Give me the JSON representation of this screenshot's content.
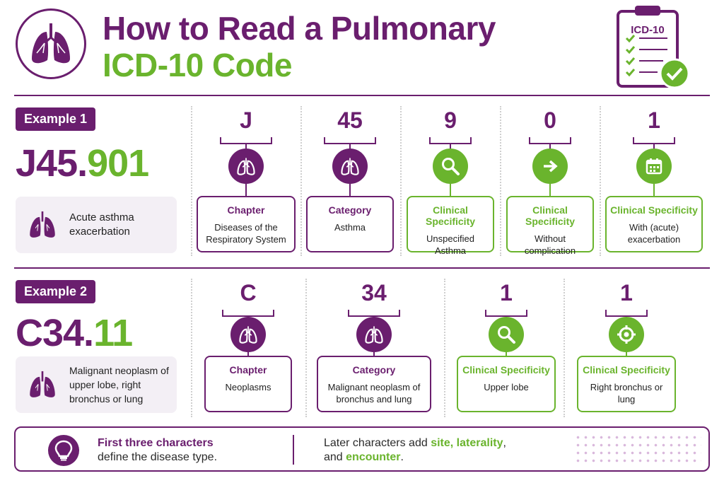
{
  "header": {
    "title_line1": "How to Read a Pulmonary",
    "title_line2": "ICD-10 Code",
    "clipboard_label": "ICD-10"
  },
  "colors": {
    "purple": "#6a1e6e",
    "green": "#6ab42d"
  },
  "example1": {
    "badge": "Example 1",
    "code_prefix": "J45.",
    "code_suffix": "901",
    "description": "Acute asthma exacerbation",
    "segments": [
      {
        "char": "J",
        "title": "Chapter",
        "body": "Diseases of the Respiratory System",
        "icon": "lungs-icon",
        "tone": "purple"
      },
      {
        "char": "45",
        "title": "Category",
        "body": "Asthma",
        "icon": "lungs-icon",
        "tone": "purple"
      },
      {
        "char": "9",
        "title": "Clinical Specificity",
        "body": "Unspecified Asthma",
        "icon": "search-icon",
        "tone": "green"
      },
      {
        "char": "0",
        "title": "Clinical Specificity",
        "body": "Without complication",
        "icon": "arrow-right-icon",
        "tone": "green"
      },
      {
        "char": "1",
        "title": "Clinical Specificity",
        "body": "With (acute) exacerbation",
        "icon": "calendar-icon",
        "tone": "green"
      }
    ]
  },
  "example2": {
    "badge": "Example 2",
    "code_prefix": "C34.",
    "code_suffix": "11",
    "description": "Malignant neoplasm of upper lobe, right bronchus or lung",
    "segments": [
      {
        "char": "C",
        "title": "Chapter",
        "body": "Neoplasms",
        "icon": "lungs-icon",
        "tone": "purple"
      },
      {
        "char": "34",
        "title": "Category",
        "body": "Malignant neoplasm of bronchus and lung",
        "icon": "lungs-icon",
        "tone": "purple"
      },
      {
        "char": "1",
        "title": "Clinical Specificity",
        "body": "Upper lobe",
        "icon": "search-icon",
        "tone": "green"
      },
      {
        "char": "1",
        "title": "Clinical Specificity",
        "body": "Right bronchus or lung",
        "icon": "target-icon",
        "tone": "green"
      }
    ]
  },
  "footer": {
    "left_bold": "First three characters",
    "left_rest": "define the disease type.",
    "right_start": "Later characters add ",
    "right_site": "site,",
    "right_laterality": "laterality",
    "right_comma": ",",
    "right_and": "and ",
    "right_encounter": "encounter",
    "right_end": "."
  }
}
